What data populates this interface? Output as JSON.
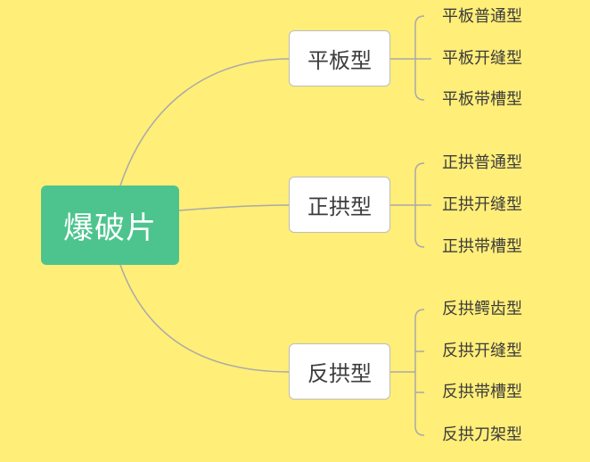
{
  "root": {
    "label": "爆破片"
  },
  "branches": [
    {
      "label": "平板型",
      "children": [
        "平板普通型",
        "平板开缝型",
        "平板带槽型"
      ]
    },
    {
      "label": "正拱型",
      "children": [
        "正拱普通型",
        "正拱开缝型",
        "正拱带槽型"
      ]
    },
    {
      "label": "反拱型",
      "children": [
        "反拱鳄齿型",
        "反拱开缝型",
        "反拱带槽型",
        "反拱刀架型"
      ]
    }
  ],
  "colors": {
    "background": "#FFEE78",
    "root_fill": "#4DC48E",
    "connector": "#A9A9A9"
  }
}
